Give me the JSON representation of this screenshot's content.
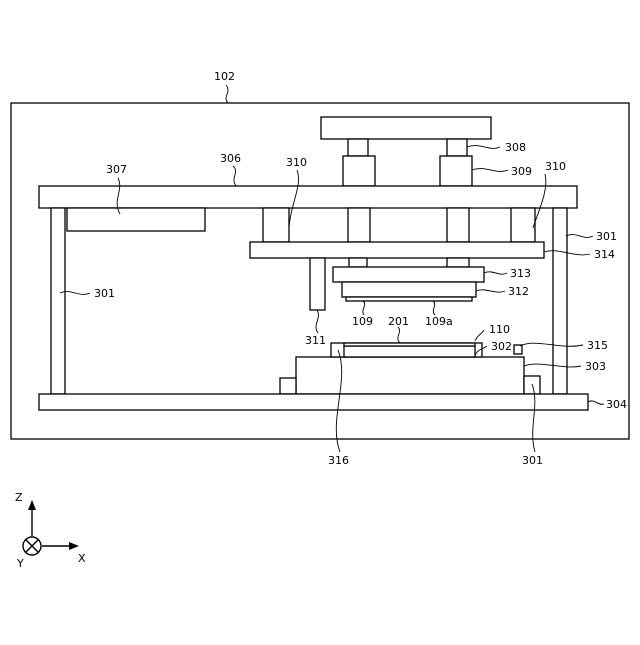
{
  "labels": {
    "chamber": "102",
    "frame_top": "306",
    "block_307": "307",
    "shaft_308": "308",
    "actuator_309": "309",
    "pillar_310_left": "310",
    "pillar_310_right": "310",
    "column_301_left": "301",
    "column_301_right": "301",
    "plate_314": "314",
    "plate_313": "313",
    "plate_312": "312",
    "sensor_311": "311",
    "head_109": "109",
    "head_109a": "109a",
    "substrate_201": "201",
    "layer_110": "110",
    "holder_302": "302",
    "marker_315": "315",
    "stage_303": "303",
    "base_304": "304",
    "stage_316": "316",
    "column_301_bottom": "301"
  },
  "axes": {
    "z": "Z",
    "x": "X",
    "y": "Y"
  }
}
